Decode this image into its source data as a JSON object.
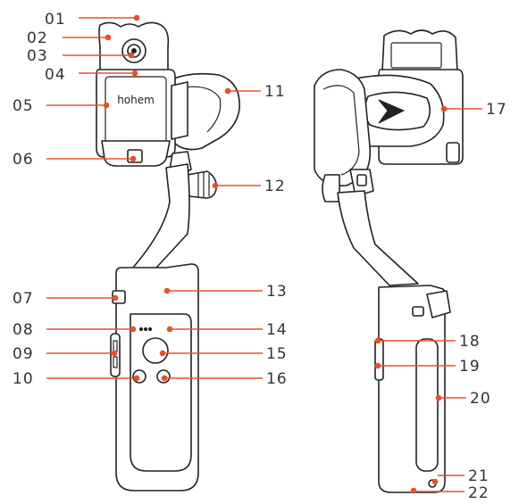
{
  "brand_text": "hohem",
  "accent_color": "#e8502a",
  "callouts": [
    {
      "id": "01",
      "label": "01"
    },
    {
      "id": "02",
      "label": "02"
    },
    {
      "id": "03",
      "label": "03"
    },
    {
      "id": "04",
      "label": "04"
    },
    {
      "id": "05",
      "label": "05"
    },
    {
      "id": "06",
      "label": "06"
    },
    {
      "id": "07",
      "label": "07"
    },
    {
      "id": "08",
      "label": "08"
    },
    {
      "id": "09",
      "label": "09"
    },
    {
      "id": "10",
      "label": "10"
    },
    {
      "id": "11",
      "label": "11"
    },
    {
      "id": "12",
      "label": "12"
    },
    {
      "id": "13",
      "label": "13"
    },
    {
      "id": "14",
      "label": "14"
    },
    {
      "id": "15",
      "label": "15"
    },
    {
      "id": "16",
      "label": "16"
    },
    {
      "id": "17",
      "label": "17"
    },
    {
      "id": "18",
      "label": "18"
    },
    {
      "id": "19",
      "label": "19"
    },
    {
      "id": "20",
      "label": "20"
    },
    {
      "id": "21",
      "label": "21"
    },
    {
      "id": "22",
      "label": "22"
    }
  ]
}
